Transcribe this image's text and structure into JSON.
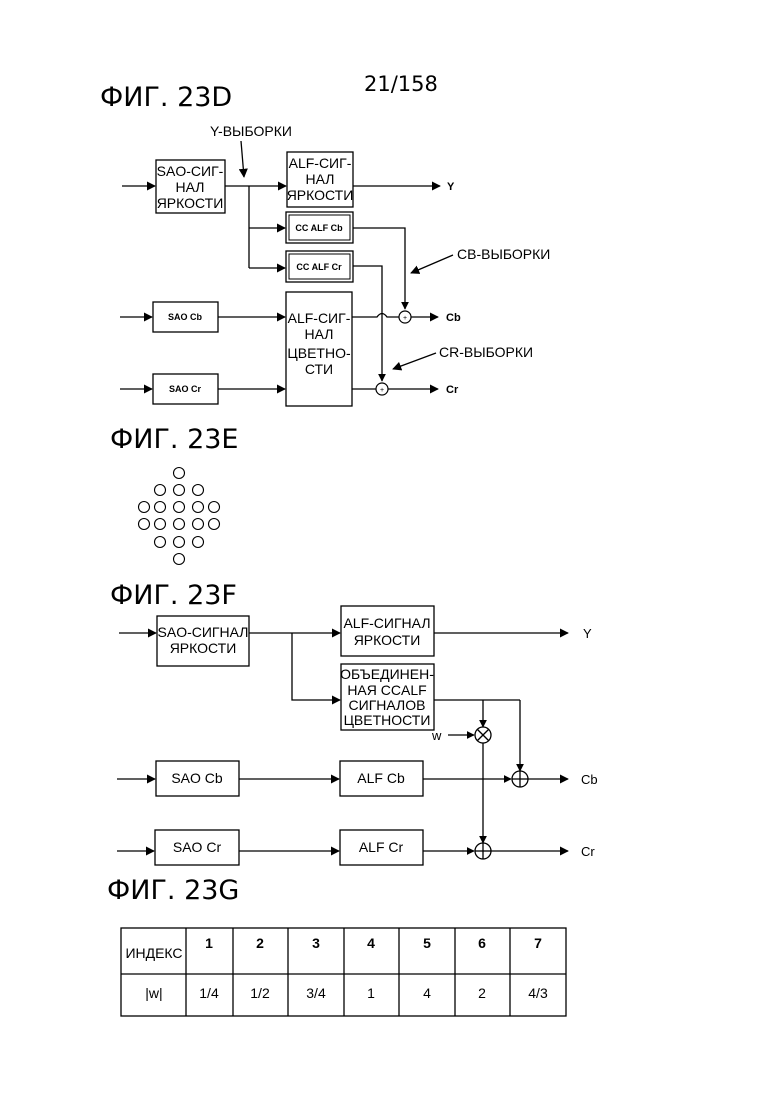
{
  "page_number": "21/158",
  "fig23d": {
    "title": "ФИГ. 23D",
    "y_samples_label": "Y-ВЫБОРКИ",
    "sao_luma": [
      "SAO-СИГ-",
      "НАЛ",
      "ЯРКОСТИ"
    ],
    "alf_luma": [
      "ALF-СИГ-",
      "НАЛ",
      "ЯРКОСТИ"
    ],
    "cc_alf_cb": "CC ALF Cb",
    "cc_alf_cr": "CC ALF Cr",
    "sao_cb": "SAO Cb",
    "sao_cr": "SAO Cr",
    "alf_chroma": [
      "ALF-СИГ-",
      "НАЛ",
      "ЦВЕТНО-",
      "СТИ"
    ],
    "cb_samples_label": "CB-ВЫБОРКИ",
    "cr_samples_label": "CR-ВЫБОРКИ",
    "out_y": "Y",
    "out_cb": "Cb",
    "out_cr": "Cr",
    "plus": "+"
  },
  "fig23e": {
    "title": "ФИГ. 23E"
  },
  "fig23f": {
    "title": "ФИГ. 23F",
    "sao_luma": [
      "SAO-СИГНАЛ",
      "ЯРКОСТИ"
    ],
    "alf_luma": [
      "ALF-СИГНАЛ",
      "ЯРКОСТИ"
    ],
    "joint_ccalf": [
      "ОБЪЕДИНЕН-",
      "НАЯ CCALF",
      "СИГНАЛОВ",
      "ЦВЕТНОСТИ"
    ],
    "w_label": "w",
    "sao_cb": "SAO Cb",
    "alf_cb": "ALF Cb",
    "sao_cr": "SAO Cr",
    "alf_cr": "ALF Cr",
    "out_y": "Y",
    "out_cb": "Cb",
    "out_cr": "Cr"
  },
  "fig23g": {
    "title": "ФИГ. 23G",
    "row_headers": [
      "ИНДЕКС",
      "|w|"
    ],
    "index": [
      "1",
      "2",
      "3",
      "4",
      "5",
      "6",
      "7"
    ],
    "weights": [
      "1/4",
      "1/2",
      "3/4",
      "1",
      "4",
      "2",
      "4/3"
    ]
  }
}
